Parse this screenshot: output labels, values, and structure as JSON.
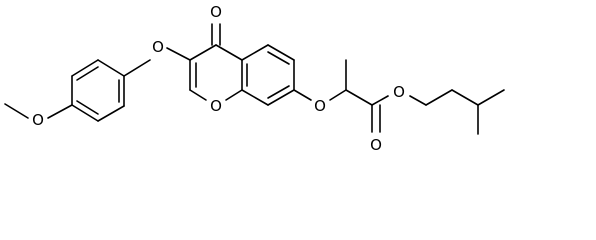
{
  "structure": {
    "atoms": [
      {
        "id": "o_methoxy",
        "label": "O"
      },
      {
        "id": "o_aryl_ether",
        "label": "O"
      },
      {
        "id": "o_carbonyl_ring",
        "label": "O"
      },
      {
        "id": "o_ring",
        "label": "O"
      },
      {
        "id": "o_ether_7",
        "label": "O"
      },
      {
        "id": "o_ester_single",
        "label": "O"
      },
      {
        "id": "o_ester_carbonyl",
        "label": "O"
      }
    ],
    "colors": {
      "bond": "#000000",
      "label": "#000000",
      "background": "#ffffff"
    }
  }
}
